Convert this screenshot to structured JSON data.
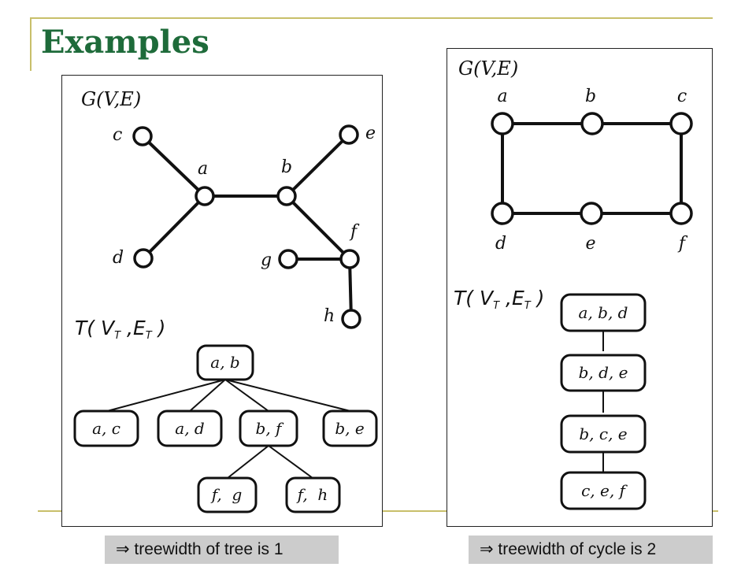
{
  "title": "Examples",
  "tree_example": {
    "graph_label": "G(V,E)",
    "nodes": [
      "c",
      "e",
      "a",
      "b",
      "f",
      "d",
      "g",
      "h"
    ],
    "edges": [
      [
        "c",
        "a"
      ],
      [
        "d",
        "a"
      ],
      [
        "a",
        "b"
      ],
      [
        "b",
        "e"
      ],
      [
        "b",
        "f"
      ],
      [
        "g",
        "f"
      ],
      [
        "f",
        "h"
      ]
    ],
    "decomposition_label": "T( V T ,E T )",
    "decomposition_label_parts": {
      "t": "T",
      "v": "V",
      "e": "E",
      "sub": "T"
    },
    "bags": [
      "a, b",
      "a, c",
      "a, d",
      "b, f",
      "b, e",
      "f,  g",
      "f,  h"
    ],
    "bag_edges": [
      [
        0,
        1
      ],
      [
        0,
        2
      ],
      [
        0,
        3
      ],
      [
        0,
        4
      ],
      [
        3,
        5
      ],
      [
        3,
        6
      ]
    ],
    "caption": "⇒ treewidth of tree is 1"
  },
  "cycle_example": {
    "graph_label": "G(V,E)",
    "nodes": [
      "a",
      "b",
      "c",
      "d",
      "e",
      "f"
    ],
    "edges": [
      [
        "a",
        "b"
      ],
      [
        "b",
        "c"
      ],
      [
        "a",
        "d"
      ],
      [
        "c",
        "f"
      ],
      [
        "d",
        "e"
      ],
      [
        "e",
        "f"
      ]
    ],
    "decomposition_label_parts": {
      "t": "T",
      "v": "V",
      "e": "E",
      "sub": "T"
    },
    "bags": [
      "a, b, d",
      "b, d, e",
      "b, c, e",
      "c, e, f"
    ],
    "bag_edges": [
      [
        0,
        1
      ],
      [
        1,
        2
      ],
      [
        2,
        3
      ]
    ],
    "caption": "⇒ treewidth of cycle is 2"
  }
}
